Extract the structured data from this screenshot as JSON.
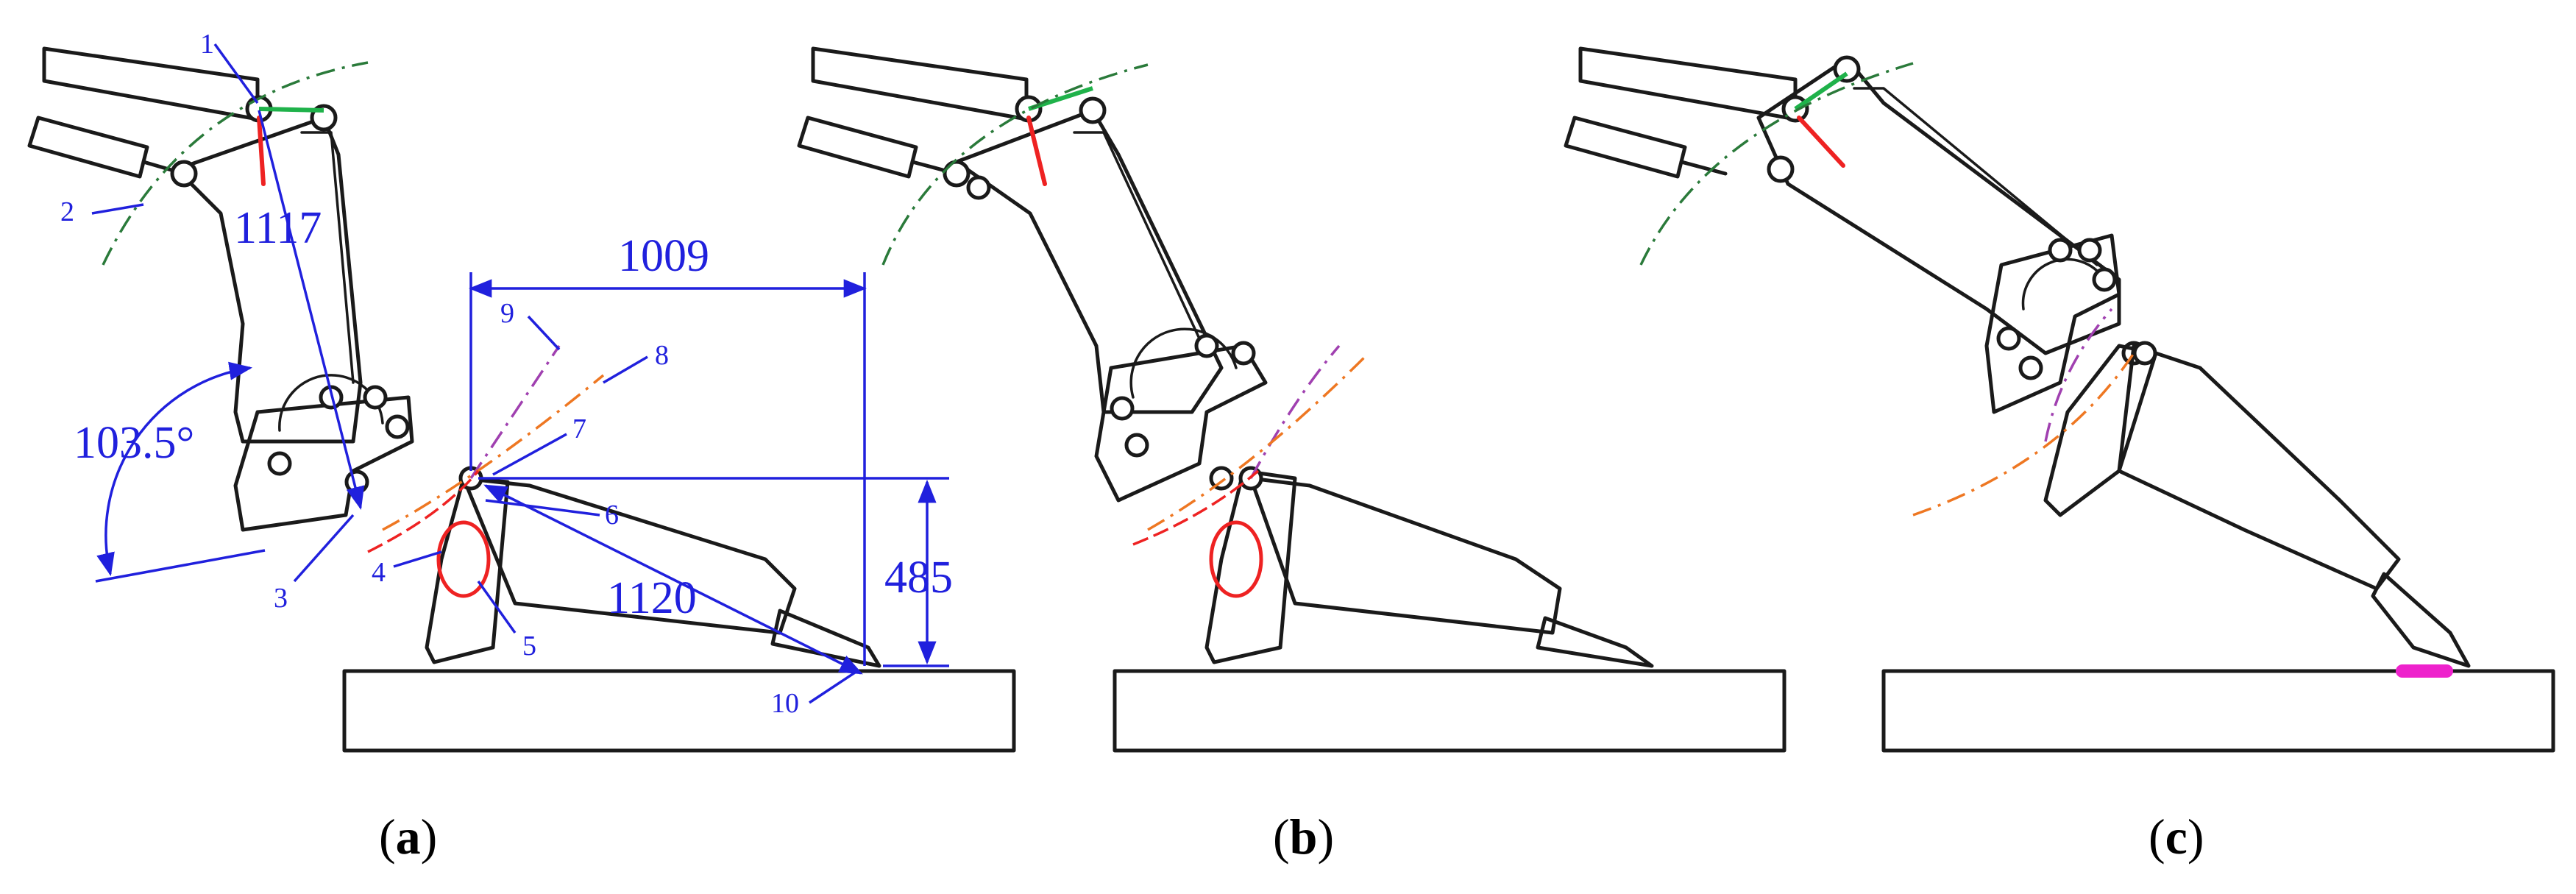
{
  "panels": [
    {
      "caption_open": "(",
      "caption_letter": "a",
      "caption_close": ")",
      "dimensions": {
        "horizontal": "1009",
        "vertical": "485",
        "boom_link": "1117",
        "tool_length": "1120",
        "angle": "103.5°"
      },
      "callouts": [
        "1",
        "2",
        "3",
        "4",
        "5",
        "6",
        "7",
        "8",
        "9",
        "10"
      ]
    },
    {
      "caption_open": "(",
      "caption_letter": "b",
      "caption_close": ")"
    },
    {
      "caption_open": "(",
      "caption_letter": "c",
      "caption_close": ")"
    }
  ],
  "colors": {
    "dimension": "#2020dd",
    "link_green": "#1fb24a",
    "link_red": "#ee2222",
    "trace_orange": "#ee7722",
    "trace_purple": "#a040b0",
    "trace_dark_green": "#2a7a3a",
    "contact_magenta": "#ee22cc"
  }
}
